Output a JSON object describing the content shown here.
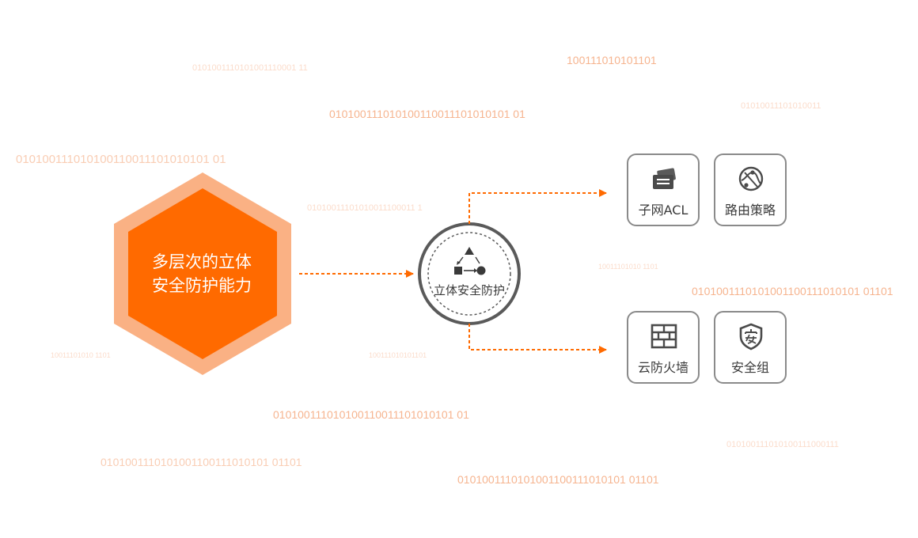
{
  "background_binary": [
    "0101001110101001110001 11",
    "100111010101101",
    "010100111010100110011101010101 01",
    "01010011101010011",
    "010100111010100110011101010101 01",
    "01010011101010011100011 1",
    "10011101010 1101",
    "0101001110101001100111010101 01101",
    "10011101010 1101",
    "100111010101101",
    "010100111010100110011101010101 01",
    "0101001110101001100111010101 01101",
    "010100111010100111000111",
    "0101001110101001100111010101 01101"
  ],
  "source": {
    "line1": "多层次的立体",
    "line2": "安全防护能力"
  },
  "hub": {
    "label": "立体安全防护"
  },
  "cards": [
    {
      "label": "子网ACL",
      "icon": "card-stack-icon"
    },
    {
      "label": "路由策略",
      "icon": "globe-route-icon"
    },
    {
      "label": "云防火墙",
      "icon": "brick-wall-icon"
    },
    {
      "label": "安全组",
      "icon": "shield-icon"
    }
  ],
  "colors": {
    "accent": "#ff6a00",
    "hex_outer": "#f9a36e",
    "binary_text": "#f6b48f",
    "card_border": "#8a8a8a",
    "hub_ring": "#5a5a5a"
  }
}
